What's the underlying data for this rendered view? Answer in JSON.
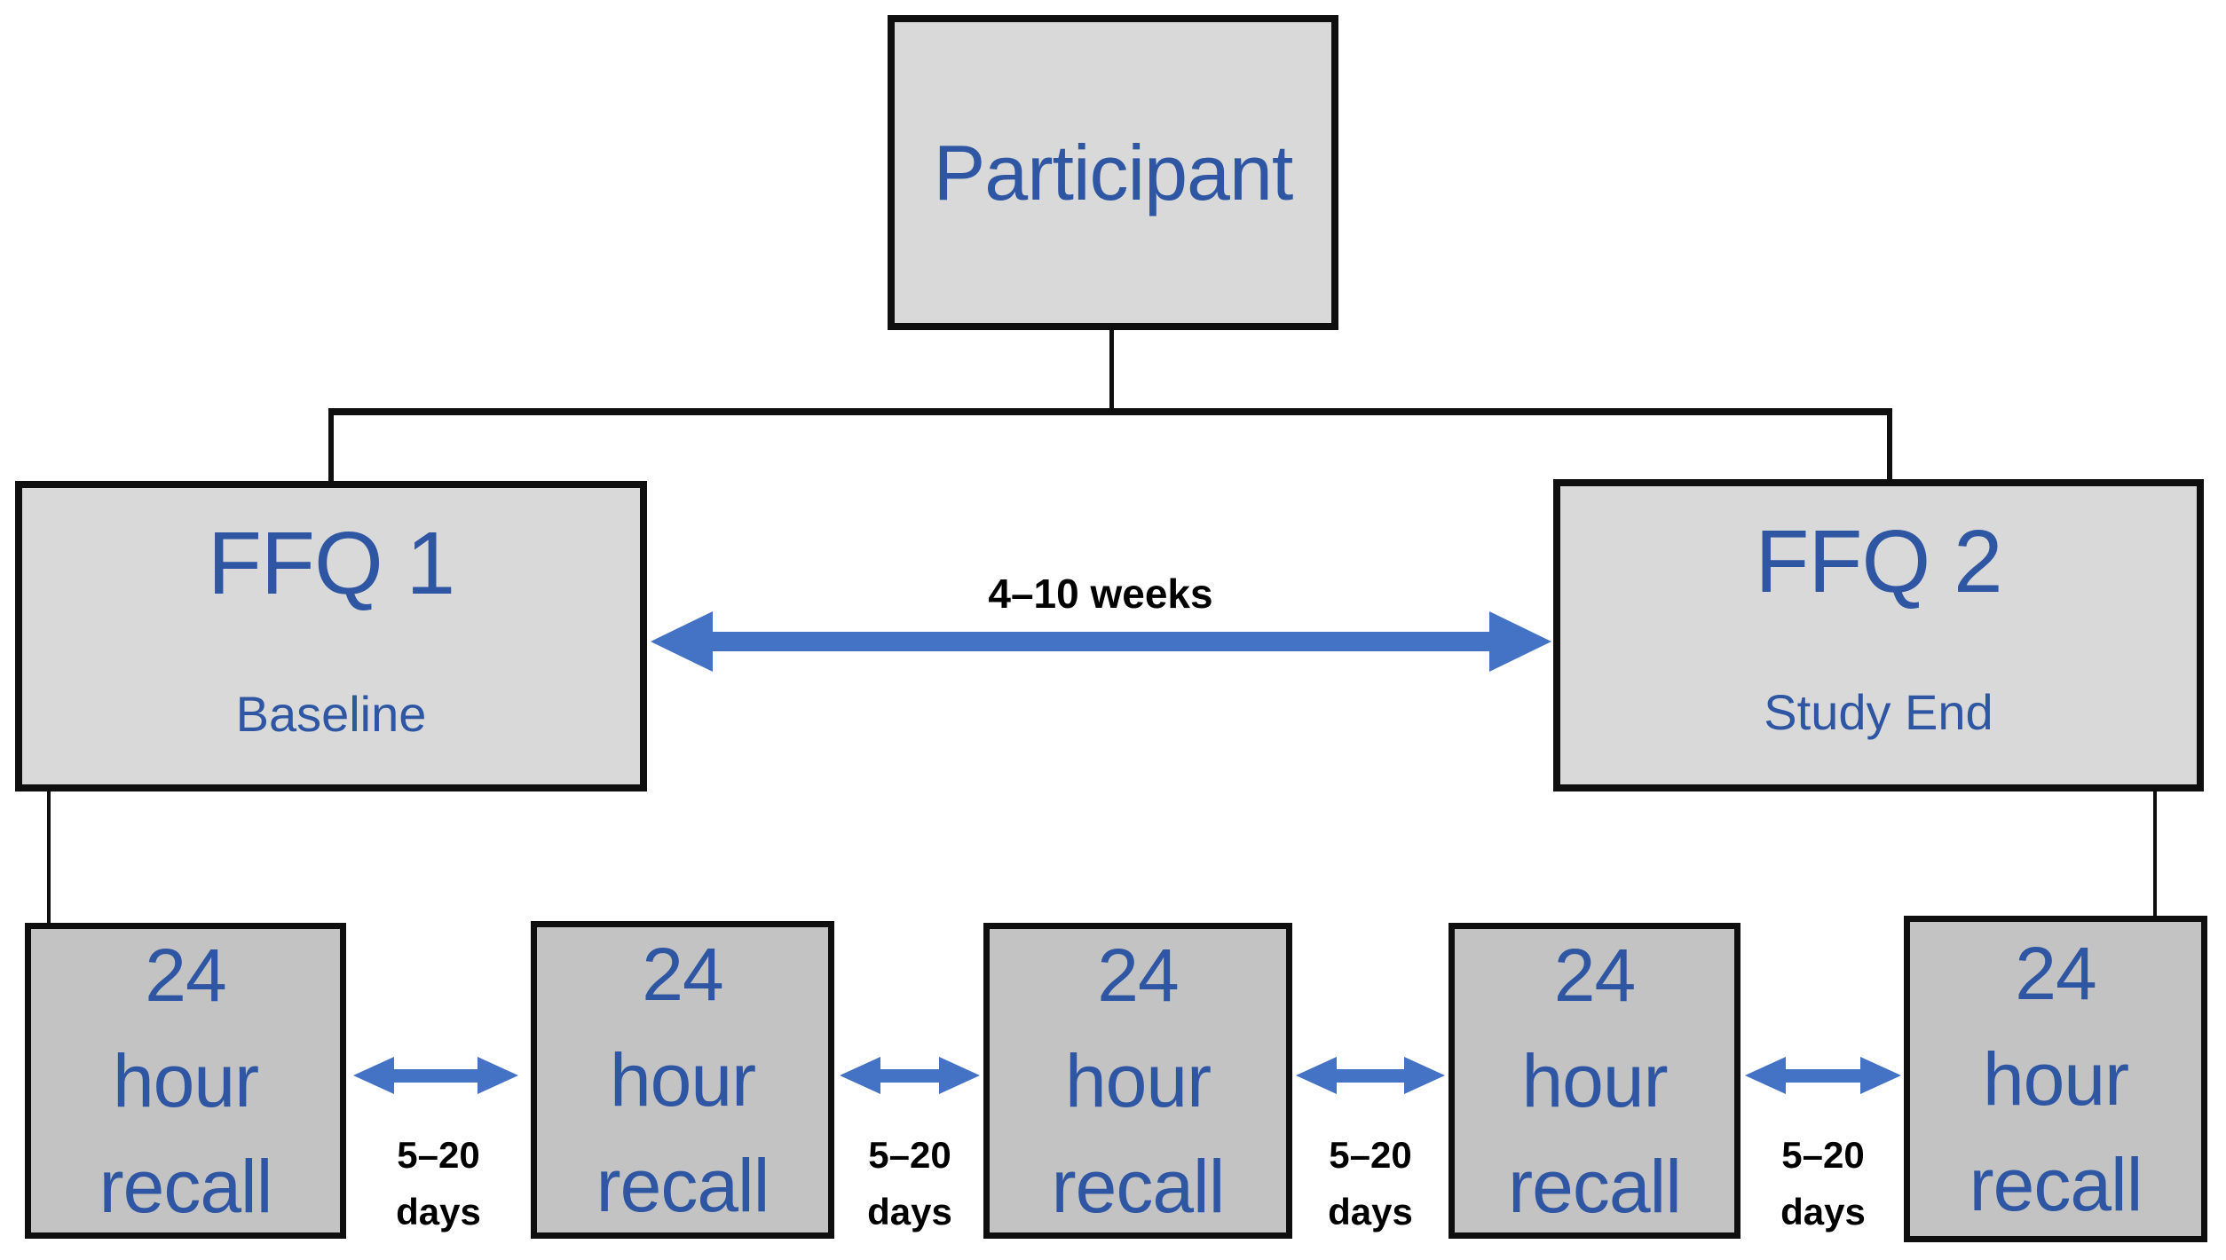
{
  "diagram": {
    "participant": {
      "label": "Participant"
    },
    "ffq1": {
      "title": "FFQ 1",
      "subtitle": "Baseline"
    },
    "ffq2": {
      "title": "FFQ 2",
      "subtitle": "Study End"
    },
    "interval": {
      "label": "4–10 weeks"
    },
    "recalls": [
      {
        "l1": "24",
        "l2": "hour",
        "l3": "recall"
      },
      {
        "l1": "24",
        "l2": "hour",
        "l3": "recall"
      },
      {
        "l1": "24",
        "l2": "hour",
        "l3": "recall"
      },
      {
        "l1": "24",
        "l2": "hour",
        "l3": "recall"
      },
      {
        "l1": "24",
        "l2": "hour",
        "l3": "recall"
      }
    ],
    "gaps": [
      {
        "range": "5–20",
        "unit": "days"
      },
      {
        "range": "5–20",
        "unit": "days"
      },
      {
        "range": "5–20",
        "unit": "days"
      },
      {
        "range": "5–20",
        "unit": "days"
      }
    ],
    "colors": {
      "arrow_blue": "#4472C4",
      "text_blue": "#2E56A2",
      "box_fill_light": "#D9D9D9",
      "box_fill_dark": "#C3C3C3",
      "line_black": "#0F0F0F"
    }
  }
}
